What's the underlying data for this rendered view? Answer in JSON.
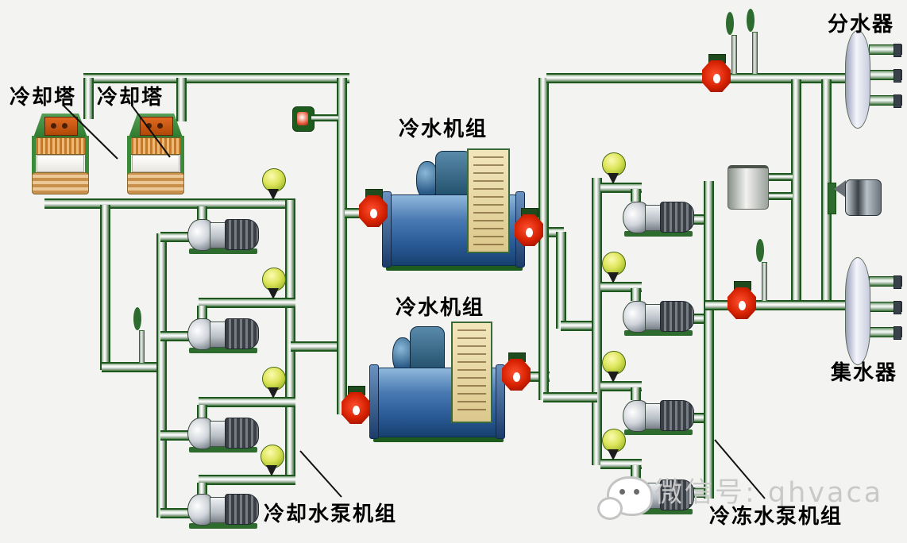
{
  "diagram": {
    "labels": {
      "cooling_tower_1": "冷却塔",
      "cooling_tower_2": "冷却塔",
      "chiller_1": "冷水机组",
      "chiller_2": "冷水机组",
      "cooling_pump_group": "冷却水泵机组",
      "chilled_pump_group": "冷冻水泵机组",
      "distributor": "分水器",
      "collector": "集水器"
    },
    "watermark": "微信号: qhvaca",
    "colors": {
      "pipe_green": "#1d571d",
      "valve_red": "#d42000",
      "valve_yellow": "#d8e058",
      "chiller_blue": "#2a5a96",
      "panel_tan": "#e8d8a0",
      "background": "#f3f3f1"
    }
  }
}
